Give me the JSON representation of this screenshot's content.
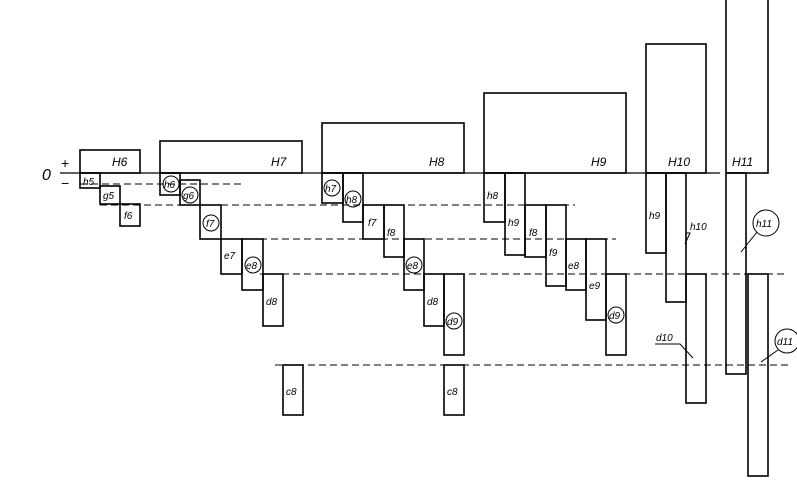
{
  "axis": {
    "zero": "0",
    "plus": "+",
    "minus": "−"
  },
  "labels": {
    "H6": "H6",
    "h5": "h5",
    "g5": "g5",
    "f6": "f6",
    "H7": "H7",
    "h6": "h6",
    "g6": "g6",
    "f7": "f7",
    "e7": "e7",
    "e8": "e8",
    "d8": "d8",
    "c8": "c8",
    "H8": "H8",
    "h7": "h7",
    "h8": "h8",
    "f7b": "f7",
    "f8": "f8",
    "e8b": "e8",
    "d8b": "d8",
    "d9": "d9",
    "c8b": "c8",
    "H9": "H9",
    "h8b": "h8",
    "h9": "h9",
    "f8b": "f8",
    "f9": "f9",
    "e8c": "e8",
    "e9": "e9",
    "d9b": "d9",
    "H10": "H10",
    "h9b": "h9",
    "h10": "h10",
    "d10": "d10",
    "H11": "H11",
    "h11": "h11",
    "d11": "d11"
  }
}
